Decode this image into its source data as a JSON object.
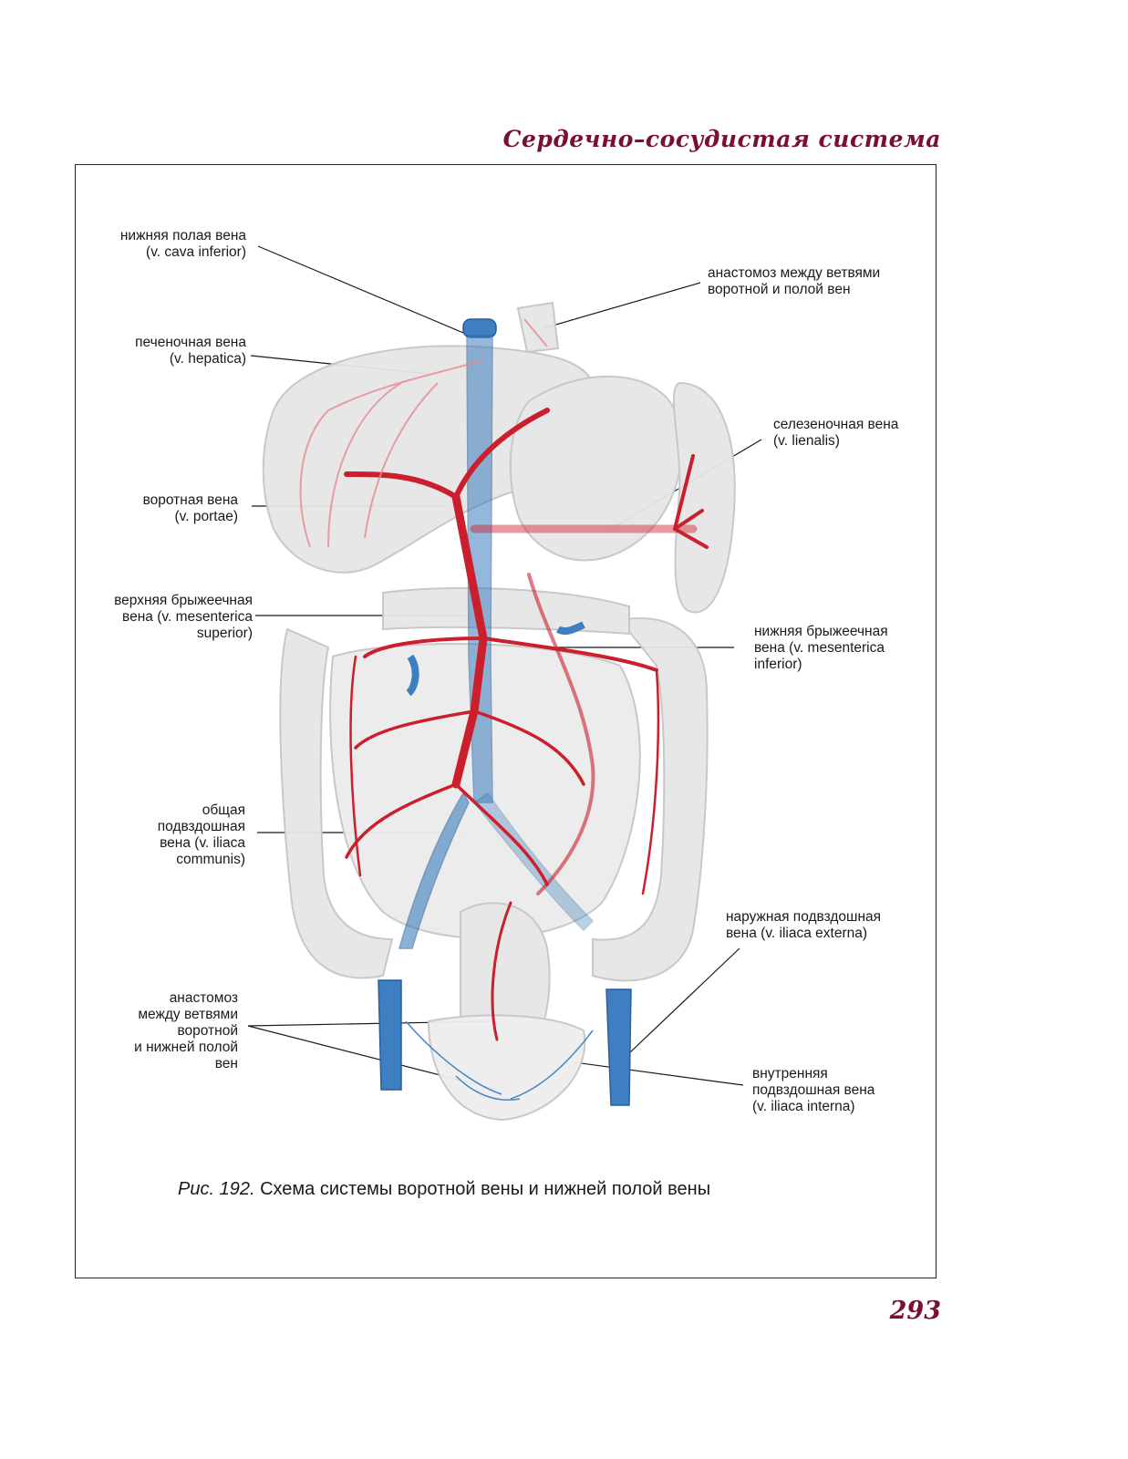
{
  "header": {
    "running_title": "Сердечно–сосудистая система"
  },
  "labels": {
    "ivc": "нижняя полая вена\n(v. cava inferior)",
    "anastomosis_top": "анастомоз между ветвями\nворотной и полой вен",
    "hepatic": "печеночная вена\n(v. hepatica)",
    "splenic": "селезеночная вена\n(v. lienalis)",
    "portal": "воротная вена\n(v. portae)",
    "sup_mesenteric": "верхняя брыжеечная\nвена (v. mesenterica\nsuperior)",
    "inf_mesenteric": "нижняя брыжеечная\nвена (v. mesenterica\ninferior)",
    "common_iliac": "общая\nподвздошная\nвена (v. iliaca\ncommunis)",
    "external_iliac": "наружная подвздошная\nвена (v. iliaca externa)",
    "anastomosis_bottom": "анастомоз\nмежду ветвями\nворотной\nи нижней полой\nвен",
    "internal_iliac": "внутренняя\nподвздошная вена\n(v. iliaca interna)"
  },
  "caption": {
    "figure_number": "Рис. 192.",
    "text": " Схема системы воротной вены и нижней полой вены"
  },
  "page_number": "293",
  "colors": {
    "accent": "#7a1030",
    "vein_blue": "#3d7fc0",
    "portal_red": "#cc1f2d",
    "organ_gray": "#e3e3e3"
  }
}
